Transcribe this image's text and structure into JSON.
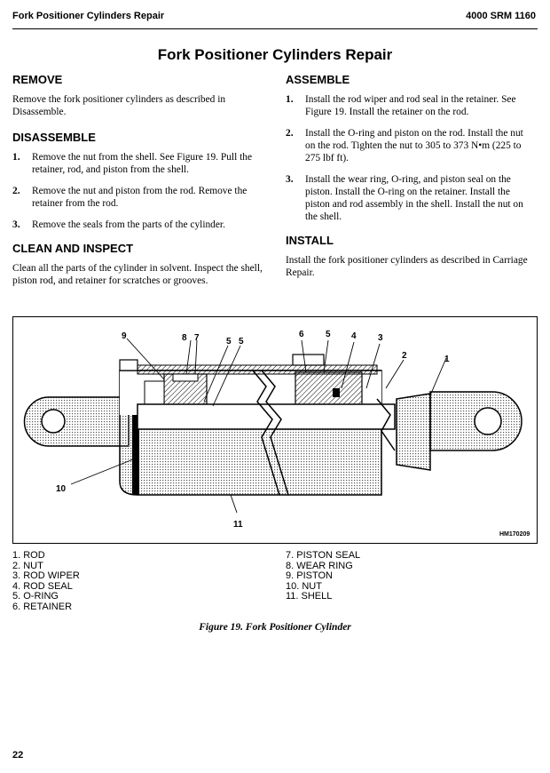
{
  "header": {
    "left": "Fork Positioner Cylinders Repair",
    "right": "4000 SRM 1160"
  },
  "title": "Fork Positioner Cylinders Repair",
  "sections": {
    "remove": {
      "heading": "REMOVE",
      "text": "Remove the fork positioner cylinders as described in Disassemble."
    },
    "disassemble": {
      "heading": "DISASSEMBLE",
      "steps": [
        {
          "num": "1.",
          "text": "Remove the nut from the shell. See Figure 19. Pull the retainer, rod, and piston from the shell."
        },
        {
          "num": "2.",
          "text": "Remove the nut and piston from the rod. Remove the retainer from the rod."
        },
        {
          "num": "3.",
          "text": "Remove the seals from the parts of the cylinder."
        }
      ]
    },
    "clean": {
      "heading": "CLEAN AND INSPECT",
      "text": "Clean all the parts of the cylinder in solvent. Inspect the shell, piston rod, and retainer for scratches or grooves."
    },
    "assemble": {
      "heading": "ASSEMBLE",
      "steps": [
        {
          "num": "1.",
          "text": "Install the rod wiper and rod seal in the retainer. See Figure 19. Install the retainer on the rod."
        },
        {
          "num": "2.",
          "text": "Install the O-ring and piston on the rod. Install the nut on the rod. Tighten the nut to 305 to 373 N•m (225 to 275 lbf ft)."
        },
        {
          "num": "3.",
          "text": "Install the wear ring, O-ring, and piston seal on the piston. Install the O-ring on the retainer. Install the piston and rod assembly in the shell. Install the nut on the shell."
        }
      ]
    },
    "install": {
      "heading": "INSTALL",
      "text": "Install the fork positioner cylinders as described in Carriage Repair."
    }
  },
  "figure": {
    "code": "HM170209",
    "callouts": [
      "1",
      "2",
      "3",
      "4",
      "5",
      "5",
      "6",
      "7",
      "8",
      "9",
      "10",
      "11"
    ],
    "caption": "Figure 19.  Fork Positioner Cylinder"
  },
  "legend": {
    "left": [
      "1.  ROD",
      "2.  NUT",
      "3.  ROD WIPER",
      "4.  ROD SEAL",
      "5.  O-RING",
      "6.  RETAINER"
    ],
    "right": [
      "7.  PISTON SEAL",
      "8.  WEAR RING",
      "9.  PISTON",
      "10. NUT",
      "11. SHELL"
    ]
  },
  "page_number": "22"
}
